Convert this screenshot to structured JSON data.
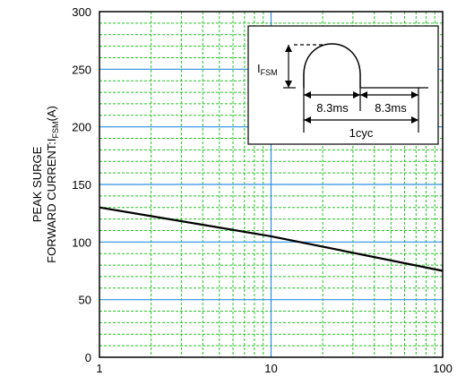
{
  "chart_data": {
    "type": "line",
    "x_scale": "log",
    "xlim": [
      1,
      100
    ],
    "ylim": [
      0,
      300
    ],
    "x_ticks": [
      "1",
      "10",
      "100"
    ],
    "y_ticks": [
      "0",
      "50",
      "100",
      "150",
      "200",
      "250",
      "300"
    ],
    "ylabel_line1": "PEAK SURGE",
    "ylabel_line2_main": "FORWARD CURRENT:I",
    "ylabel_line2_sub": "FSM",
    "ylabel_line2_tail": "(A)",
    "series": [
      {
        "x": [
          1,
          10,
          100
        ],
        "y": [
          130,
          105,
          75
        ]
      }
    ],
    "grid": true,
    "colors": {
      "major_grid": "#2f8fe0",
      "minor_grid": "#22c322",
      "line": "#000000"
    },
    "inset": {
      "ifsm_main": "I",
      "ifsm_sub": "FSM",
      "half_cycle_left": "8.3ms",
      "half_cycle_right": "8.3ms",
      "cycle": "1cyc"
    }
  }
}
